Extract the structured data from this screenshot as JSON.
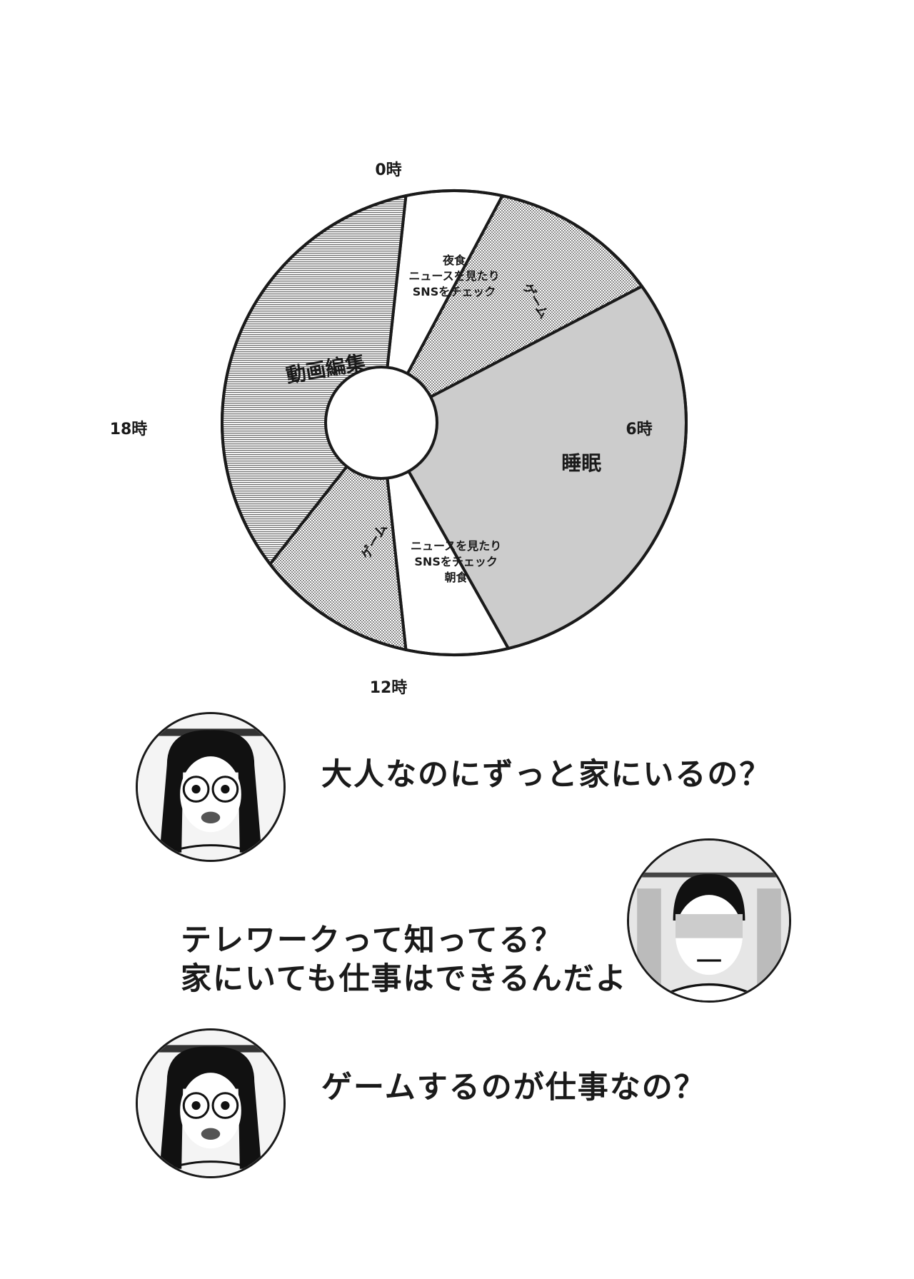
{
  "chart_data": {
    "type": "pie",
    "categories": [
      "夜食",
      "ニュースを見たり",
      "SNSをチェック",
      "ゲーム",
      "睡眠",
      "ニュースを見たり",
      "SNSをチェック",
      "朝食",
      "ゲーム",
      "動画編集"
    ],
    "hour_labels": [
      "0時",
      "6時",
      "12時",
      "18時"
    ],
    "segments": [
      {
        "label": "夜食\nニュースを見たり\nSNSをチェック",
        "start_hour": 23.2,
        "end_hour": 0.8,
        "fill": "blank"
      },
      {
        "label": "ゲーム",
        "start_hour": 0.8,
        "end_hour": 3.6,
        "fill": "dots"
      },
      {
        "label": "睡眠",
        "start_hour": 3.6,
        "end_hour": 11.1,
        "fill": "gray"
      },
      {
        "label": "ニュースを見たり\nSNSをチェック\n朝食",
        "start_hour": 11.1,
        "end_hour": 12.8,
        "fill": "blank"
      },
      {
        "label": "ゲーム",
        "start_hour": 12.8,
        "end_hour": 15.5,
        "fill": "dots"
      },
      {
        "label": "動画編集",
        "start_hour": 15.5,
        "end_hour": 23.2,
        "fill": "lines"
      }
    ]
  },
  "dialogue": [
    {
      "speaker": "girl",
      "text": "大人なのにずっと家にいるの？"
    },
    {
      "speaker": "man",
      "lines": [
        "テレワークって知ってる？",
        "家にいても仕事はできるんだよ"
      ]
    },
    {
      "speaker": "girl",
      "text": "ゲームするのが仕事なの？"
    }
  ]
}
